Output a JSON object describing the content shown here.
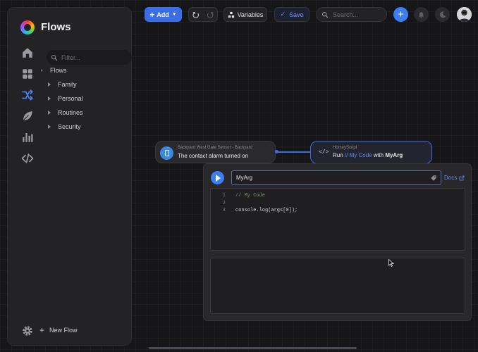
{
  "app": {
    "title": "Flows"
  },
  "sidebar": {
    "filter_placeholder": "Filter...",
    "rail_icons": [
      "home-icon",
      "dashboard-icon",
      "flows-icon",
      "energy-leaf-icon",
      "insights-chart-icon",
      "code-icon",
      "settings-gear-icon"
    ],
    "active_rail": "flows-icon",
    "tree": {
      "root_label": "Flows",
      "folders": [
        "Family",
        "Personal",
        "Routines",
        "Security"
      ]
    },
    "new_flow_label": "New Flow"
  },
  "toolbar": {
    "add_label": "Add",
    "variables_label": "Variables",
    "save_label": "Save",
    "search_placeholder": "Search..."
  },
  "flow": {
    "trigger": {
      "source": "Backyard West Gate Sensor - Backyard",
      "text": "The contact alarm turned on"
    },
    "action": {
      "source": "HomeyScript",
      "run_prefix": "Run",
      "script_name": "// My Code",
      "with_label": "with",
      "arg": "MyArg"
    }
  },
  "editor": {
    "arg_value": "MyArg",
    "docs_label": "Docs",
    "lines": [
      {
        "num": "1",
        "text": "// My Code",
        "kind": "comment"
      },
      {
        "num": "2",
        "text": "",
        "kind": "code"
      },
      {
        "num": "3",
        "text": "console.log(args[0]);",
        "kind": "code"
      }
    ]
  },
  "colors": {
    "accent": "#3b6de6",
    "background": "#161618",
    "panel": "#232326",
    "comment": "#6a9955"
  }
}
